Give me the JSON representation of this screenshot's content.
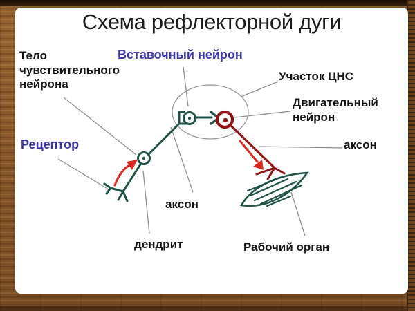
{
  "title": "Схема рефлекторной дуги",
  "labels": {
    "sensory_body": "Тело чувствительного нейрона",
    "interneuron": "Вставочный нейрон",
    "cns_region": "Участок ЦНС",
    "motor_neuron": "Двигательный нейрон",
    "receptor": "Рецептор",
    "axon_right": "аксон",
    "axon_bottom": "аксон",
    "dendrite": "дендрит",
    "working_organ": "Рабочий орган"
  },
  "diagram": {
    "parts": [
      "receptor-fork",
      "sensory-dendrite",
      "sensory-cell-body",
      "sensory-axon",
      "synapse-bracket",
      "interneuron-cell-body",
      "interneuron-link",
      "synapse-claw",
      "motor-cell-body",
      "motor-axon",
      "motor-end-fork",
      "muscle-working-organ",
      "cns-ellipse",
      "afferent-signal-arrow",
      "efferent-signal-arrow"
    ]
  },
  "colors": {
    "background_wood": "#8a5a32",
    "panel": "#ffffff",
    "title_text": "#1c1c1c",
    "label_text": "#151515",
    "accent_blue": "#3c35aa",
    "neuron_teal": "#1f5347",
    "motor_dark_red": "#8e1313",
    "signal_arrow_red": "#d82a1e",
    "pointer_gray": "#8f8f8f"
  }
}
